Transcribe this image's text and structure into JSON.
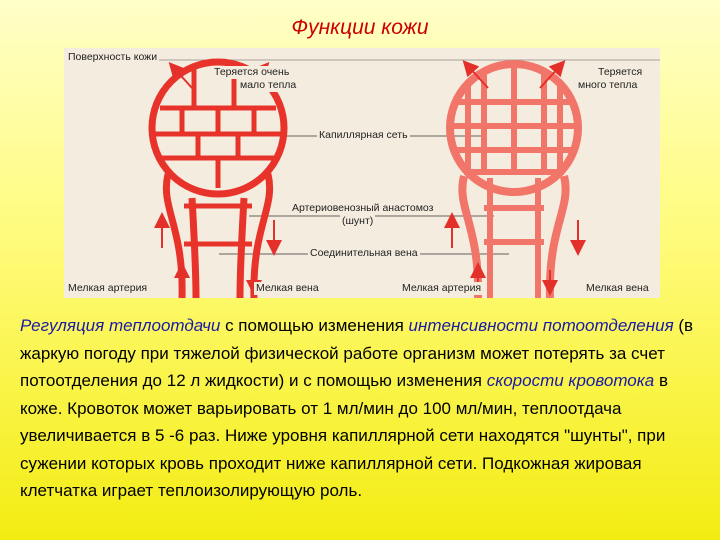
{
  "title": "Функции кожи",
  "figure": {
    "labels": {
      "skin_surface": "Поверхность кожи",
      "left_heat_loss_1": "Теряется очень",
      "left_heat_loss_2": "мало тепла",
      "right_heat_loss_1": "Теряется",
      "right_heat_loss_2": "много тепла",
      "capillary_network": "Капиллярная сеть",
      "av_anastomosis_1": "Артериовенозный анастомоз",
      "av_anastomosis_2": "(шунт)",
      "connecting_vein": "Соединительная вена",
      "small_artery_left": "Мелкая артерия",
      "small_vein_left": "Мелкая вена",
      "small_artery_right": "Мелкая артерия",
      "small_vein_right": "Мелкая вена"
    },
    "colors": {
      "background": "#f4ecdf",
      "vessel_dark": "#e8332a",
      "vessel_light": "#f2756a",
      "arrow": "#e3302a"
    }
  },
  "text": {
    "p1": "Регуляция теплоотдачи",
    "p2": " с помощью изменения ",
    "p3": "интенсивности потоотделения",
    "p4": " (в жаркую погоду при тяжелой физической работе организм может потерять за счет потоотделения до 12 л жидкости) и с помощью изменения ",
    "p5": "скорости кровотока",
    "p6": " в коже. Кровоток может варьировать от 1 мл/мин до 100 мл/мин, теплоотдача увеличивается в 5 -6 раз. Ниже уровня капиллярной сети находятся \"шунты\", при сужении которых кровь проходит ниже капиллярной сети. Подкожная жировая клетчатка играет теплоизолирующую роль."
  }
}
